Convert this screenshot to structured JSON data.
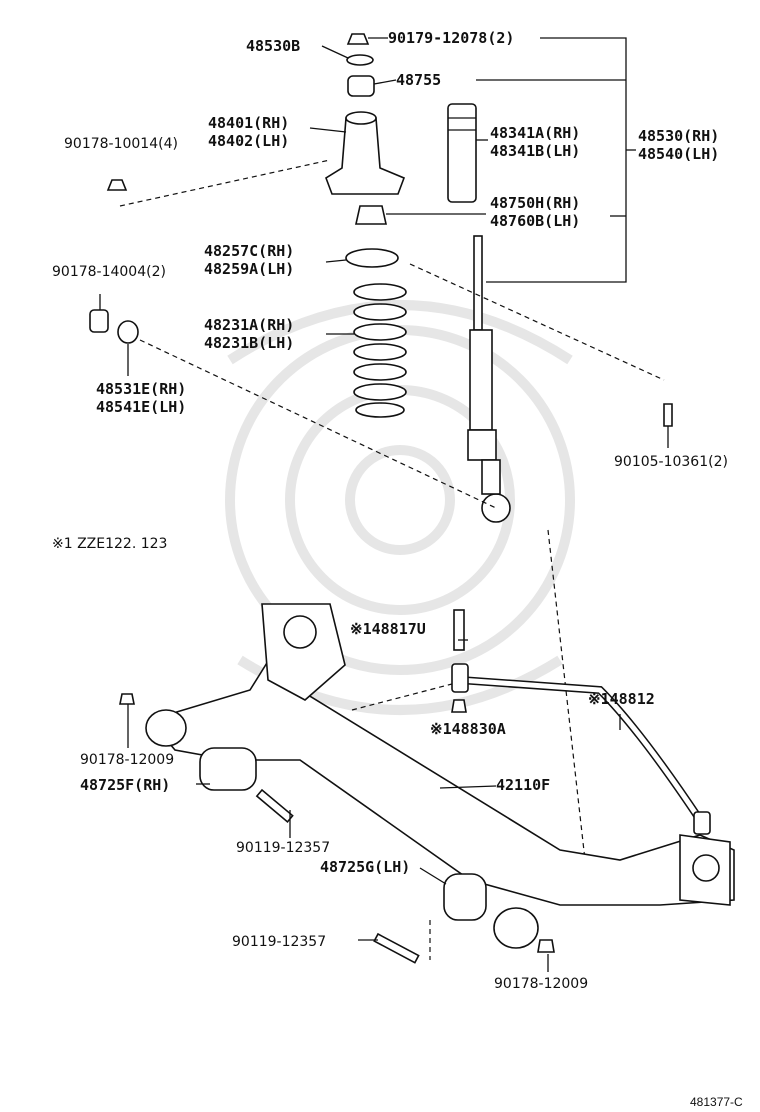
{
  "diagram": {
    "note_vehicle": "※1 ZZE122. 123",
    "image_code": "481377-C",
    "parts": [
      {
        "id": "p1",
        "label": "90179-12078(2)"
      },
      {
        "id": "p2",
        "label": "48530B"
      },
      {
        "id": "p3",
        "label": "48755"
      },
      {
        "id": "p4a",
        "label": "48401(RH)"
      },
      {
        "id": "p4b",
        "label": "48402(LH)"
      },
      {
        "id": "p5",
        "label": "90178-10014(4)"
      },
      {
        "id": "p6a",
        "label": "48341A(RH)"
      },
      {
        "id": "p6b",
        "label": "48341B(LH)"
      },
      {
        "id": "p7a",
        "label": "48530(RH)"
      },
      {
        "id": "p7b",
        "label": "48540(LH)"
      },
      {
        "id": "p8a",
        "label": "48750H(RH)"
      },
      {
        "id": "p8b",
        "label": "48760B(LH)"
      },
      {
        "id": "p9a",
        "label": "48257C(RH)"
      },
      {
        "id": "p9b",
        "label": "48259A(LH)"
      },
      {
        "id": "p10",
        "label": "90178-14004(2)"
      },
      {
        "id": "p11a",
        "label": "48231A(RH)"
      },
      {
        "id": "p11b",
        "label": "48231B(LH)"
      },
      {
        "id": "p12a",
        "label": "48531E(RH)"
      },
      {
        "id": "p12b",
        "label": "48541E(LH)"
      },
      {
        "id": "p13",
        "label": "90105-10361(2)"
      },
      {
        "id": "p14",
        "label": "※148817U"
      },
      {
        "id": "p15",
        "label": "※148812"
      },
      {
        "id": "p16",
        "label": "※148830A"
      },
      {
        "id": "p17",
        "label": "90178-12009"
      },
      {
        "id": "p18",
        "label": "48725F(RH)"
      },
      {
        "id": "p19",
        "label": "42110F"
      },
      {
        "id": "p20",
        "label": "90119-12357"
      },
      {
        "id": "p21",
        "label": "48725G(LH)"
      },
      {
        "id": "p22",
        "label": "90119-12357"
      },
      {
        "id": "p23",
        "label": "90178-12009"
      }
    ]
  }
}
